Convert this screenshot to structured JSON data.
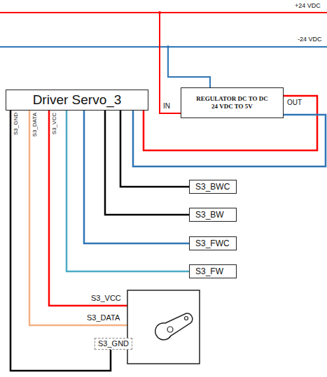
{
  "diagram": {
    "nodes": [
      {
        "text": [
          "Driver Servo_3"
        ]
      },
      {
        "text": [
          "REGULATOR DC TO DC 24 VDC TO 5V"
        ]
      },
      {
        "text": [
          "S3_BWC"
        ]
      },
      {
        "text": [
          "S3_BW"
        ]
      },
      {
        "text": [
          "S3_FWC"
        ]
      },
      {
        "text": [
          "S3_FW"
        ]
      },
      {
        "text": [
          "S3_GND"
        ]
      }
    ],
    "edges": [
      {
        "from": 1,
        "to": 0,
        "arrow": "none"
      },
      {
        "from": 1,
        "to": 0,
        "arrow": "none"
      },
      {
        "from": 0,
        "to": 2,
        "arrow": "none"
      },
      {
        "from": 0,
        "to": 3,
        "arrow": "none"
      },
      {
        "from": 0,
        "to": 4,
        "arrow": "none"
      },
      {
        "from": 0,
        "to": 5,
        "arrow": "none"
      },
      {
        "from": 0,
        "to": 6,
        "arrow": "none"
      }
    ],
    "labels": [
      "+24 VDC",
      "-24 VDC",
      "IN",
      "OUT",
      "S3_GND",
      "S3_DATA",
      "S3_VCC",
      "S3_VCC",
      "S3_DATA"
    ]
  }
}
